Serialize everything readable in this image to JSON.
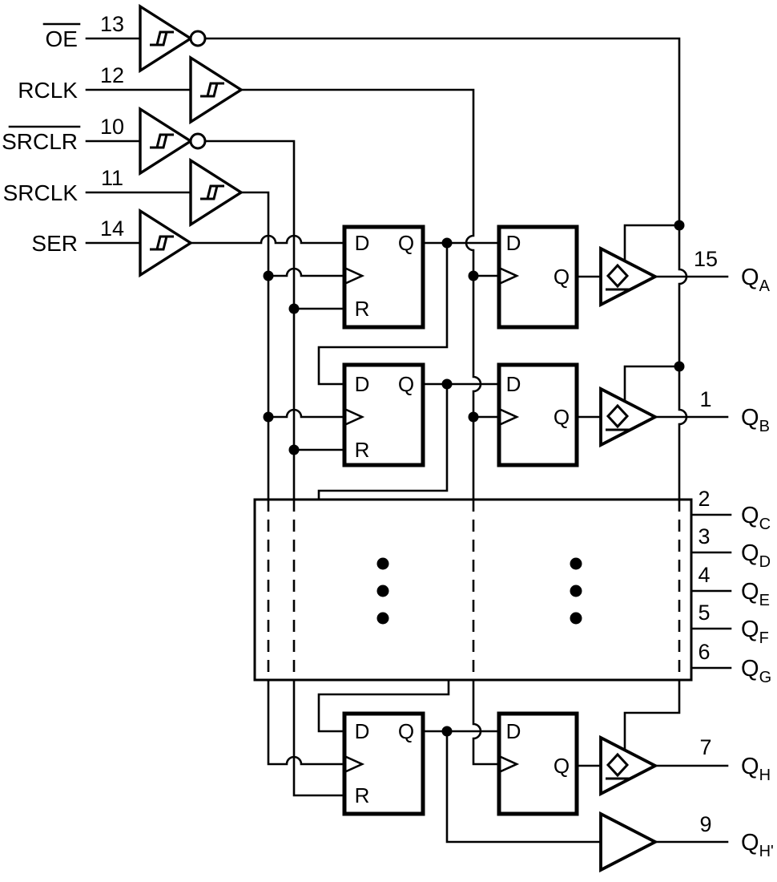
{
  "inputs": [
    {
      "label": "OE",
      "pin": "13",
      "overline": true,
      "inverting": true
    },
    {
      "label": "RCLK",
      "pin": "12",
      "overline": false,
      "inverting": false
    },
    {
      "label": "SRCLR",
      "pin": "10",
      "overline": true,
      "inverting": true
    },
    {
      "label": "SRCLK",
      "pin": "11",
      "overline": false,
      "inverting": false
    },
    {
      "label": "SER",
      "pin": "14",
      "overline": false,
      "inverting": false
    }
  ],
  "ff": {
    "d": "D",
    "q": "Q",
    "r": "R"
  },
  "outputs": [
    {
      "base": "Q",
      "sub": "A",
      "pin": "15"
    },
    {
      "base": "Q",
      "sub": "B",
      "pin": "1"
    },
    {
      "base": "Q",
      "sub": "C",
      "pin": "2"
    },
    {
      "base": "Q",
      "sub": "D",
      "pin": "3"
    },
    {
      "base": "Q",
      "sub": "E",
      "pin": "4"
    },
    {
      "base": "Q",
      "sub": "F",
      "pin": "5"
    },
    {
      "base": "Q",
      "sub": "G",
      "pin": "6"
    },
    {
      "base": "Q",
      "sub": "H",
      "pin": "7"
    },
    {
      "base": "Q",
      "sub": "H'",
      "pin": "9"
    }
  ],
  "colors": {
    "line": "#000000",
    "background": "#ffffff"
  }
}
